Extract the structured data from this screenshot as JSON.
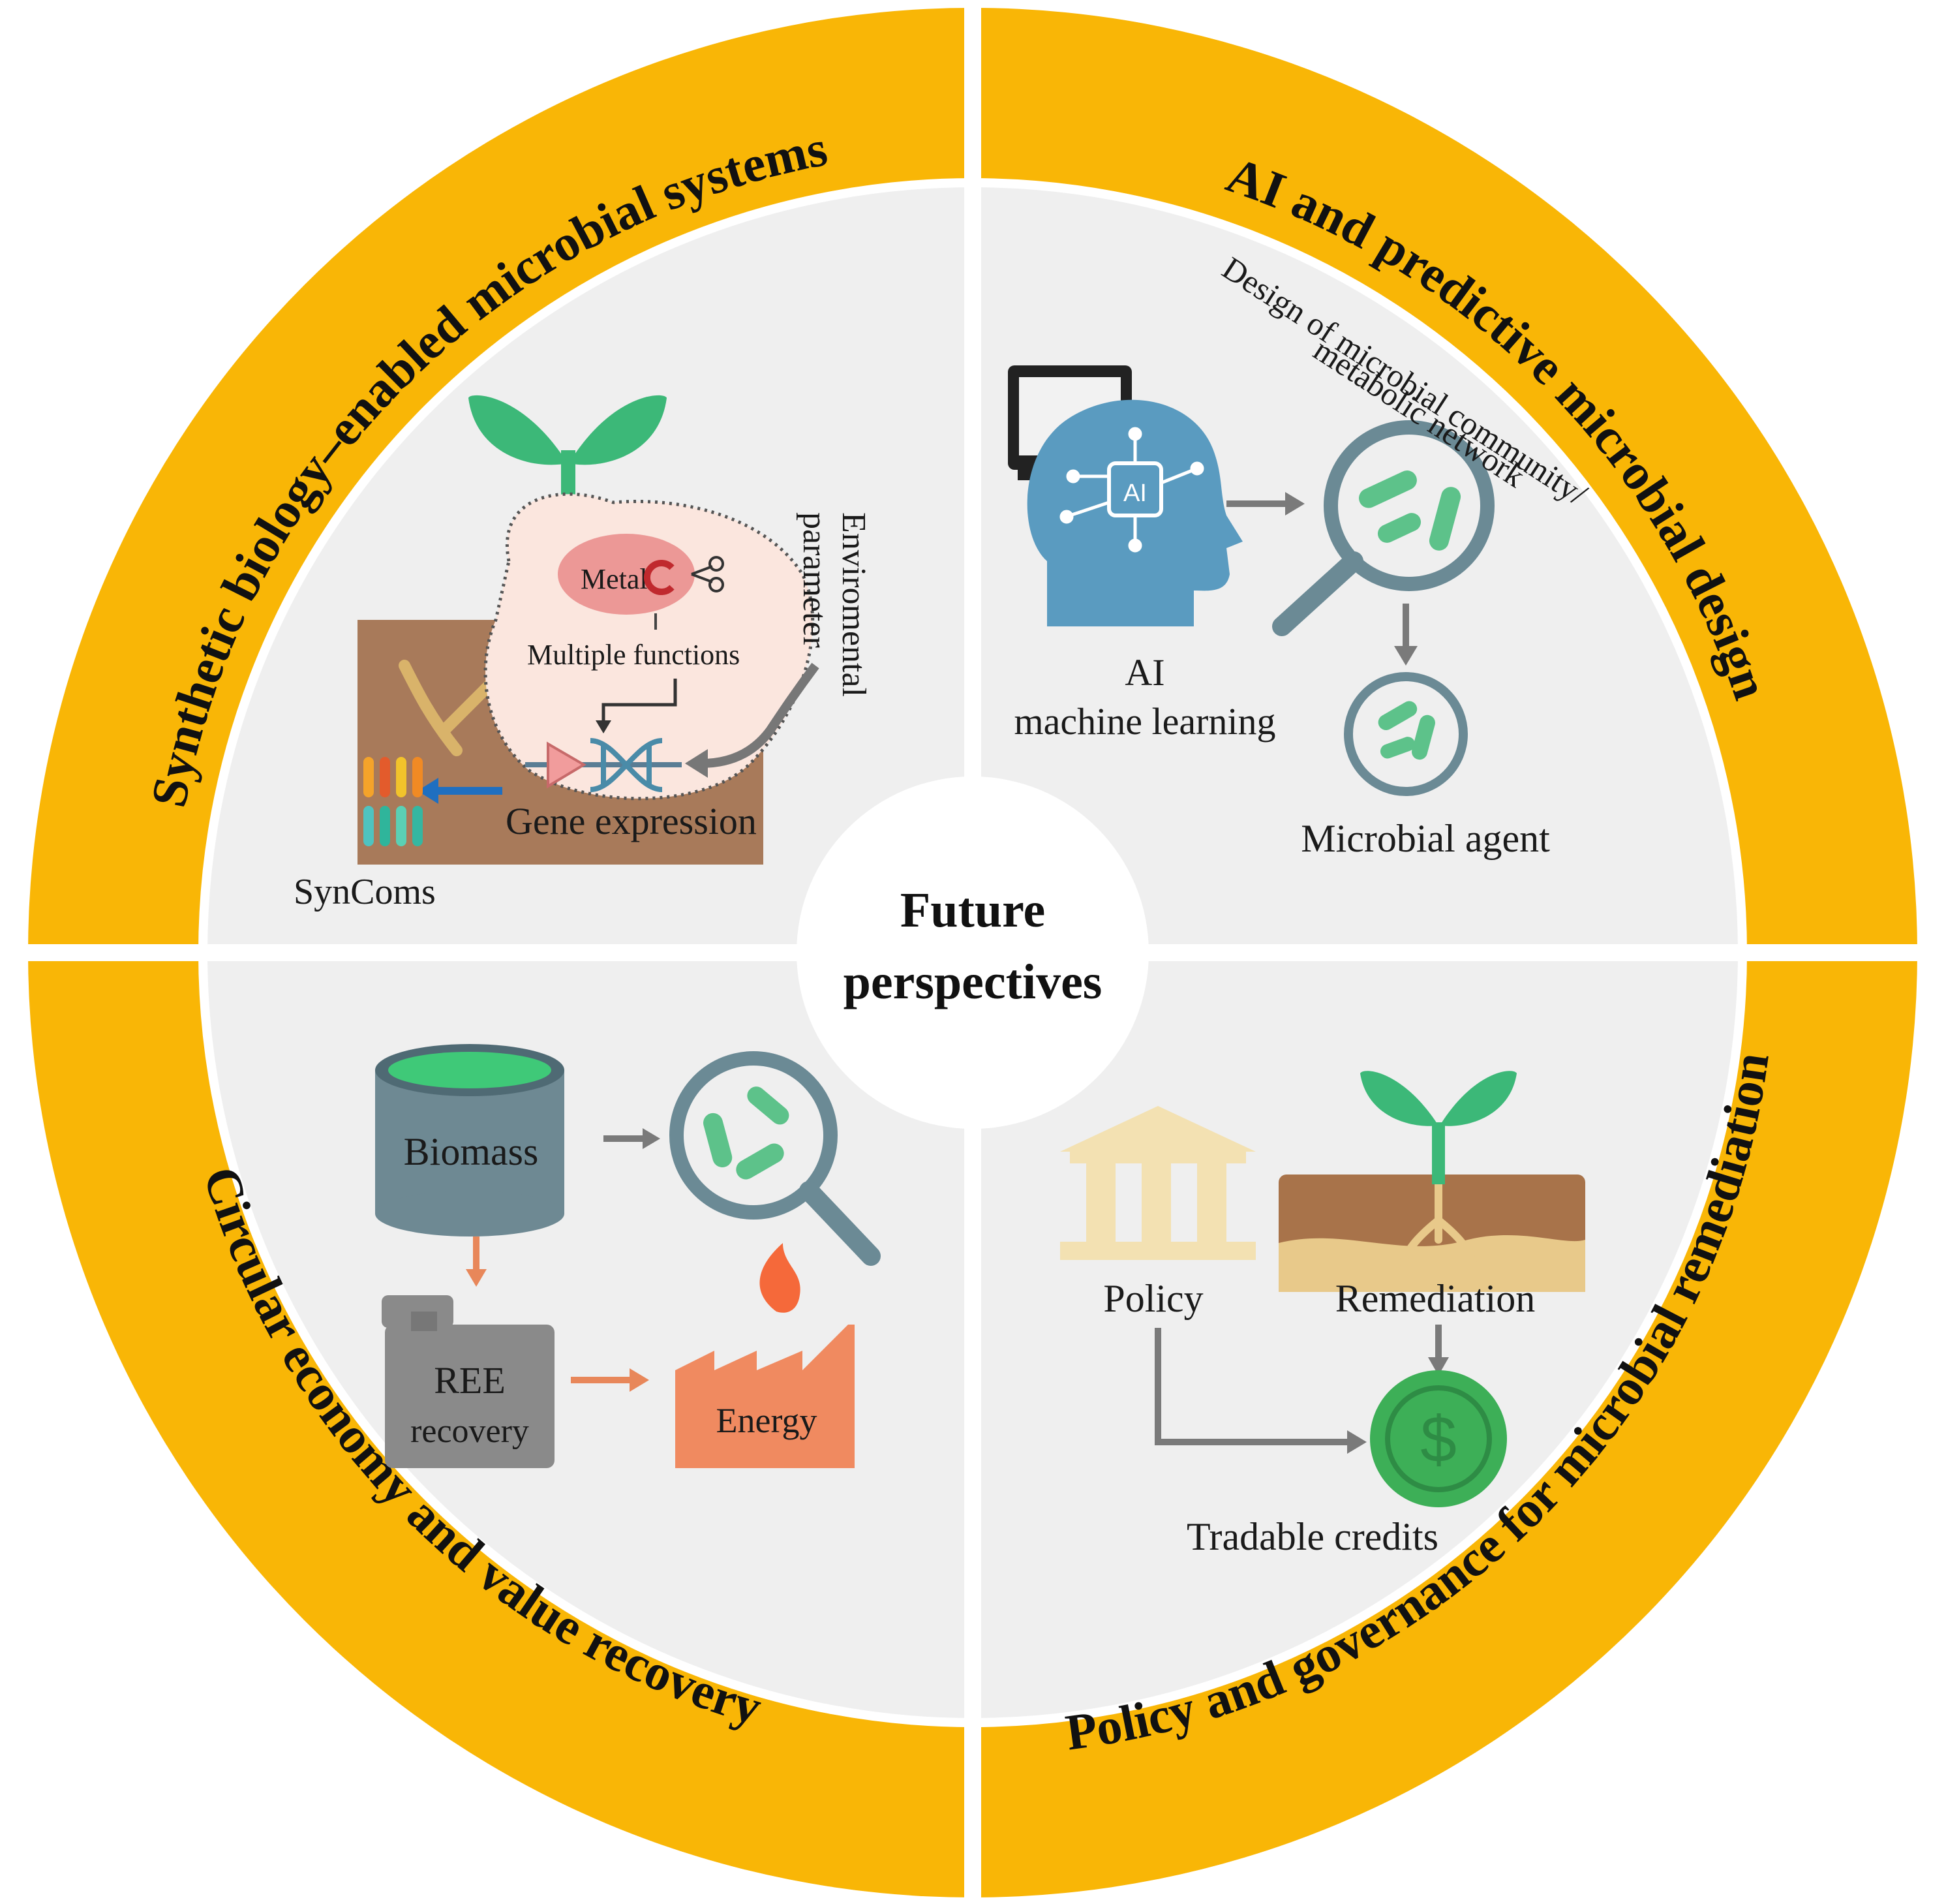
{
  "center": {
    "line1": "Future",
    "line2": "perspectives"
  },
  "quadrants": {
    "synthetic_biology": {
      "title": "Synthetic biology–enabled microbial systems",
      "labels": {
        "metal": "Metal",
        "multiple_functions": "Multiple functions",
        "env_line1": "Enviromental",
        "env_line2": "parameter",
        "gene_expression": "Gene expression",
        "syncoms": "SynComs"
      }
    },
    "ai_design": {
      "title": "AI and predictive microbial design",
      "labels": {
        "ai_badge": "AI",
        "ai_line1": "AI",
        "ai_line2": "machine learning",
        "design_line1": "Design of microbial community/",
        "design_line2": "metabolic network",
        "microbial_agent": "Microbial agent"
      }
    },
    "circular_economy": {
      "title": "Circular economy and value recovery",
      "labels": {
        "biomass": "Biomass",
        "ree_line1": "REE",
        "ree_line2": "recovery",
        "energy": "Energy"
      }
    },
    "policy": {
      "title": "Policy and governance for microbial remediation",
      "labels": {
        "policy": "Policy",
        "remediation": "Remediation",
        "dollar": "$",
        "tradable_credits": "Tradable credits"
      }
    }
  },
  "colors": {
    "ring": "#F9B606",
    "inner": "#EFEFEF",
    "green": "#3CB878",
    "blue_head": "#5A9BC0",
    "soil": "#A87A5A",
    "arrow": "#7A7A7A",
    "orange_arrow": "#E8875A"
  }
}
